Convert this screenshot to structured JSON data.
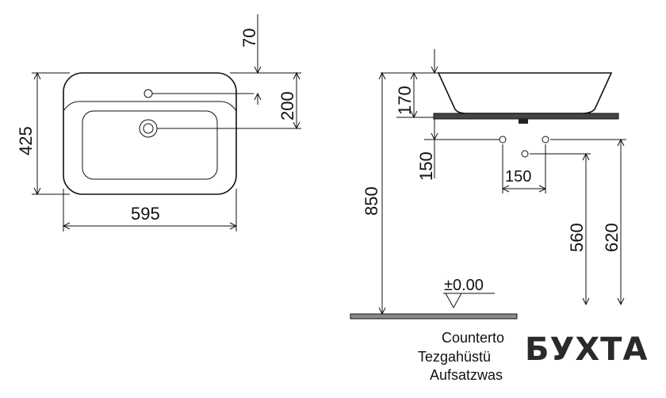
{
  "drawing": {
    "top_view": {
      "width_mm": "595",
      "depth_mm": "425",
      "tap_hole_offset_mm": "70",
      "drain_offset_mm": "200"
    },
    "side_view": {
      "bowl_height_mm": "170",
      "countertop_height_mm": "850",
      "drain_outlet_mm": "150",
      "pipe_spacing_mm": "150",
      "water_supply_height_mm": "560",
      "waste_height_mm": "620",
      "floor_level": "±0.00"
    },
    "notes": [
      "Counterto",
      "Tezgahüstü",
      "Aufsatzwas"
    ]
  },
  "watermark": {
    "text": "БУХТА"
  }
}
